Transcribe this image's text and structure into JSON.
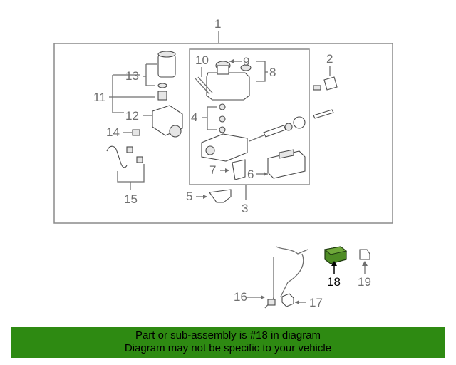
{
  "callouts": {
    "n1": "1",
    "n2": "2",
    "n3": "3",
    "n4": "4",
    "n5": "5",
    "n6": "6",
    "n7": "7",
    "n8": "8",
    "n9": "9",
    "n10": "10",
    "n11": "11",
    "n12": "12",
    "n13": "13",
    "n14": "14",
    "n15": "15",
    "n16": "16",
    "n17": "17",
    "n18": "18",
    "n19": "19"
  },
  "highlight_color": "#4e8c24",
  "banner": {
    "line1": "Part or sub-assembly is #18 in diagram",
    "line2": "Diagram may not be specific to your vehicle",
    "background": "#2e8a12"
  }
}
